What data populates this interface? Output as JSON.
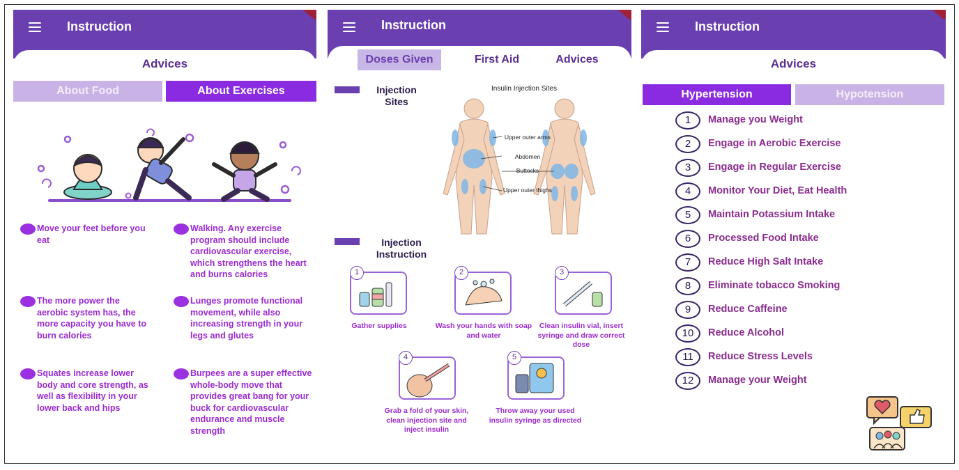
{
  "screens": [
    {
      "app_title": "Instruction",
      "subtitle": "Advices",
      "tabs": [
        "About Food",
        "About Exercises"
      ],
      "tips": [
        "Move your feet before you eat",
        "Walking. Any exercise program should include cardiovascular exercise, which strengthens the heart and burns calories",
        "The more power the aerobic system has, the more capacity you have to burn calories",
        "Lunges promote functional movement, while also increasing strength in your legs and glutes",
        "Squates increase lower body and core strength, as well as flexibility in your lower back and hips",
        "Burpees are a super effective whole-body move that provides great bang for your buck for cardiovascular endurance and muscle strength"
      ]
    },
    {
      "app_title": "Instruction",
      "tabs": [
        "Doses Given",
        "First Aid",
        "Advices"
      ],
      "section1": "Injection Sites",
      "diagram": {
        "title": "Insulin Injection Sites",
        "labels": [
          "Upper outer arms",
          "Abdomen",
          "Buttocks",
          "Upper outer thighs"
        ]
      },
      "section2": "Injection Instruction",
      "steps": [
        {
          "num": "1",
          "caption": "Gather supplies"
        },
        {
          "num": "2",
          "caption": "Wash your hands with soap and water"
        },
        {
          "num": "3",
          "caption": "Clean insulin vial, insert syringe and draw correct dose"
        },
        {
          "num": "4",
          "caption": "Grab a fold of your skin, clean injection site and inject insulin"
        },
        {
          "num": "5",
          "caption": "Throw away your used insulin syringe as directed"
        }
      ]
    },
    {
      "app_title": "Instruction",
      "subtitle": "Advices",
      "tabs": [
        "Hypertension",
        "Hypotension"
      ],
      "items": [
        {
          "num": "1",
          "text": "Manage you Weight"
        },
        {
          "num": "2",
          "text": "Engage in Aerobic Exercise"
        },
        {
          "num": "3",
          "text": "Engage in Regular Exercise"
        },
        {
          "num": "4",
          "text": "Monitor Your Diet, Eat Health"
        },
        {
          "num": "5",
          "text": "Maintain Potassium Intake"
        },
        {
          "num": "6",
          "text": "Processed Food Intake"
        },
        {
          "num": "7",
          "text": "Reduce High Salt Intake"
        },
        {
          "num": "8",
          "text": "Eliminate tobacco Smoking"
        },
        {
          "num": "9",
          "text": "Reduce Caffeine"
        },
        {
          "num": "10",
          "text": "Reduce Alcohol"
        },
        {
          "num": "11",
          "text": "Reduce Stress Levels"
        },
        {
          "num": "12",
          "text": "Manage your Weight"
        }
      ]
    }
  ],
  "colors": {
    "appbar": "#6a3fb0",
    "accent": "#8a2be2",
    "tab_inactive": "#c9b2e6",
    "tip_text": "#9b2bd0"
  }
}
